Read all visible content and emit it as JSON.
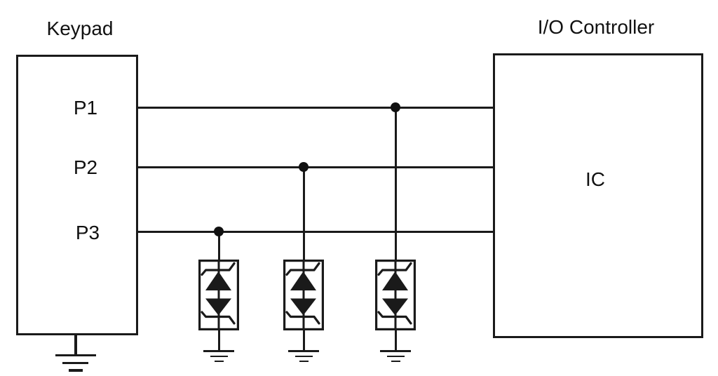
{
  "diagram": {
    "keypad": {
      "title": "Keypad",
      "pins": [
        {
          "label": "P1"
        },
        {
          "label": "P2"
        },
        {
          "label": "P3"
        }
      ]
    },
    "controller": {
      "title": "I/O Controller",
      "chip_label": "IC"
    },
    "components": {
      "tvs_diodes": [
        {
          "name": "bidirectional-tvs-diode-1"
        },
        {
          "name": "bidirectional-tvs-diode-2"
        },
        {
          "name": "bidirectional-tvs-diode-3"
        }
      ],
      "grounds": [
        {
          "name": "keypad-ground"
        },
        {
          "name": "tvs-ground-1"
        },
        {
          "name": "tvs-ground-2"
        },
        {
          "name": "tvs-ground-3"
        }
      ]
    },
    "colors": {
      "line": "#1a1a1a",
      "background": "#ffffff",
      "text": "#111111"
    }
  }
}
